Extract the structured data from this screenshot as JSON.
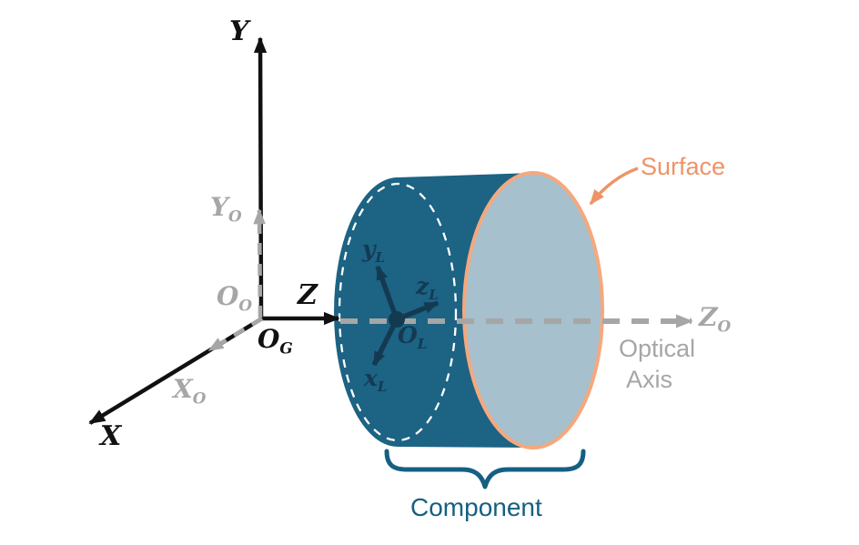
{
  "figure": {
    "colors": {
      "global_axis_black": "#111111",
      "optical_axis_gray": "#a6a6a6",
      "cylinder_body_teal": "#1c6384",
      "surface_face_fill": "#a6c0cd",
      "surface_outline_orange": "#f5a87e",
      "local_axis_navy": "#143a52",
      "surface_label_orange": "#ed9467",
      "component_label_teal": "#156082",
      "back_ellipse_dash": "#ffffff"
    },
    "labels": {
      "global_y": {
        "main": "Y",
        "sub": ""
      },
      "global_x": {
        "main": "X",
        "sub": ""
      },
      "global_z": {
        "main": "Z",
        "sub": ""
      },
      "global_origin": {
        "main": "O",
        "sub": "G"
      },
      "optical_origin": {
        "main": "O",
        "sub": "O"
      },
      "optical_y": {
        "main": "Y",
        "sub": "O"
      },
      "optical_x": {
        "main": "X",
        "sub": "O"
      },
      "optical_z": {
        "main": "Z",
        "sub": "O"
      },
      "local_y": {
        "main": "y",
        "sub": "L"
      },
      "local_z": {
        "main": "z",
        "sub": "L"
      },
      "local_x": {
        "main": "x",
        "sub": "L"
      },
      "local_origin": {
        "main": "O",
        "sub": "L"
      },
      "optical_axis_caption": [
        "Optical",
        "Axis"
      ],
      "surface": "Surface",
      "component": "Component"
    }
  }
}
